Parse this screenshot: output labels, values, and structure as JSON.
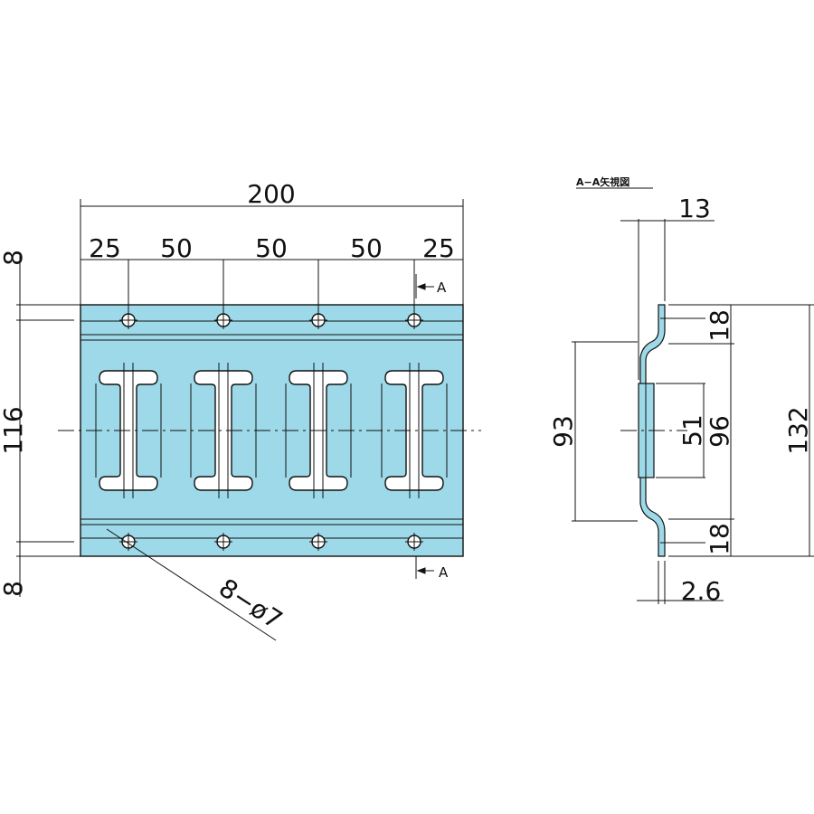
{
  "colors": {
    "plate": "#9dd9e8",
    "line": "#111111",
    "background": "#ffffff"
  },
  "front_view": {
    "overall_width": "200",
    "pitch": [
      "25",
      "50",
      "50",
      "50",
      "25"
    ],
    "edge_top": "8",
    "edge_bottom": "8",
    "slot_height": "116",
    "section_mark": "A",
    "holes_note": "8−ø7"
  },
  "section_view": {
    "title": "A−A矢視図",
    "depth": "13",
    "thickness": "2.6",
    "flange_top": "18",
    "flange_bottom": "18",
    "inner": "93",
    "slot": "51",
    "web": "96",
    "overall": "132"
  }
}
